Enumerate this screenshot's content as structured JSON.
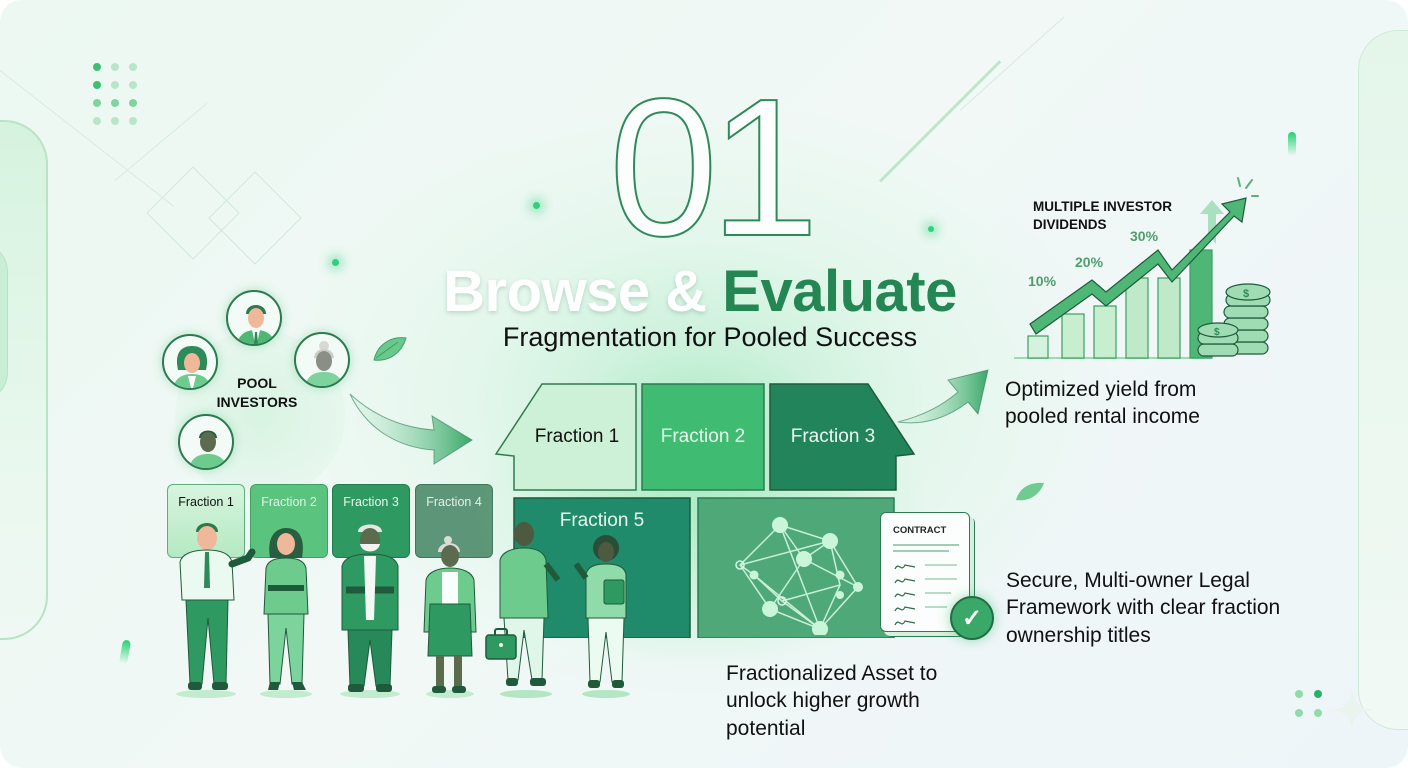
{
  "header": {
    "step_number": "01",
    "title_part1": "Browse &",
    "title_part2": "Evaluate",
    "subtitle": "Fragmentation for Pooled Success"
  },
  "pool": {
    "label_line1": "POOL",
    "label_line2": "INVESTORS",
    "avatars": [
      "woman-investor",
      "man-investor-tie",
      "elder-woman-investor",
      "man-investor-dark"
    ]
  },
  "team_fractions": [
    {
      "label": "Fraction 1",
      "color": "#c6eecf"
    },
    {
      "label": "Fraction 2",
      "color": "#5ac47f"
    },
    {
      "label": "Fraction 3",
      "color": "#2e9a62"
    },
    {
      "label": "Fraction 4",
      "color": "#5c9577"
    }
  ],
  "house": {
    "fractions": [
      {
        "label": "Fraction 1",
        "color": "#cdf1d6"
      },
      {
        "label": "Fraction 2",
        "color": "#3fbc72"
      },
      {
        "label": "Fraction 3",
        "color": "#22845a"
      },
      {
        "label": "Fraction 5",
        "color": "#1f8b6a"
      }
    ],
    "caption_line1": "Fractionalized Asset to",
    "caption_line2": "unlock higher growth",
    "caption_line3": "potential"
  },
  "dividends": {
    "title_line1": "MULTIPLE INVESTOR",
    "title_line2": "DIVIDENDS",
    "labels": [
      "10%",
      "20%",
      "30%"
    ],
    "caption_line1": "Optimized yield from",
    "caption_line2": "pooled rental income"
  },
  "legal": {
    "contract_title": "CONTRACT",
    "caption_line1": "Secure, Multi-owner Legal",
    "caption_line2": "Framework with clear fraction",
    "caption_line3": "ownership titles"
  },
  "colors": {
    "brand_green": "#238653",
    "light_green": "#cdf1d6",
    "background": "#eef8f2"
  },
  "icons": {
    "growth_arrow": "arrow-up-right-icon",
    "coins": "dollar-coin-stack-icon",
    "network": "network-nodes-icon",
    "check": "check-circle-icon",
    "leaf": "leaf-icon"
  }
}
